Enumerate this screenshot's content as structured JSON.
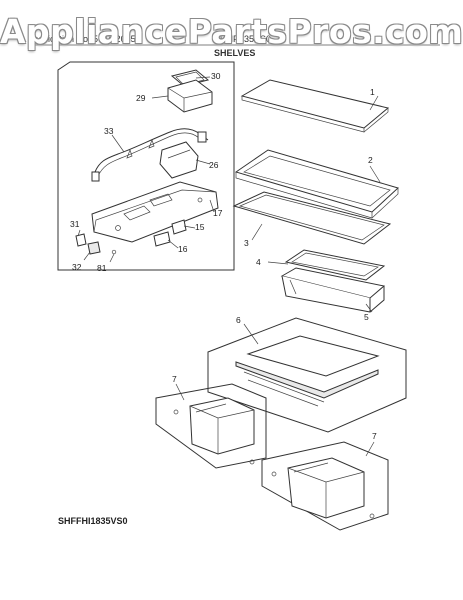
{
  "watermark": "AppliancePartsPros.com",
  "header": {
    "publication": "Publication No: 5 99720550",
    "model": "SHHFF35VS0",
    "section": "SHELVES"
  },
  "model_label": "SHFFHI1835VS0",
  "callouts": [
    "1",
    "2",
    "3",
    "4",
    "5",
    "6",
    "7",
    "7",
    "15",
    "16",
    "17",
    "26",
    "29",
    "30",
    "31",
    "32",
    "33",
    "81"
  ]
}
